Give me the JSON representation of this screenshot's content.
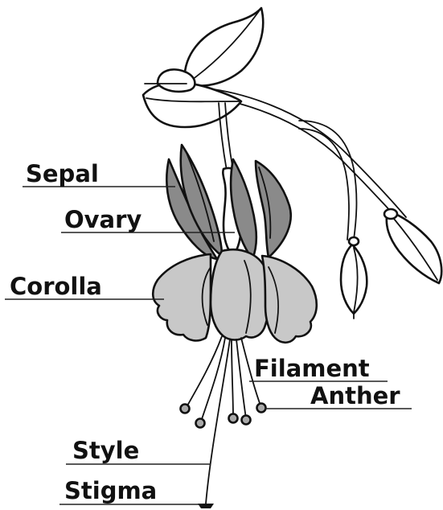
{
  "labels": {
    "sepal": "Sepal",
    "ovary": "Ovary",
    "corolla": "Corolla",
    "filament": "Filament",
    "anther": "Anther",
    "style": "Style",
    "stigma": "Stigma"
  },
  "colors": {
    "sepal_fill": "#8a8a8a",
    "petal_fill": "#c8c8c8",
    "anther_fill": "#a9a9a9",
    "outline": "#111111",
    "background": "#ffffff"
  }
}
